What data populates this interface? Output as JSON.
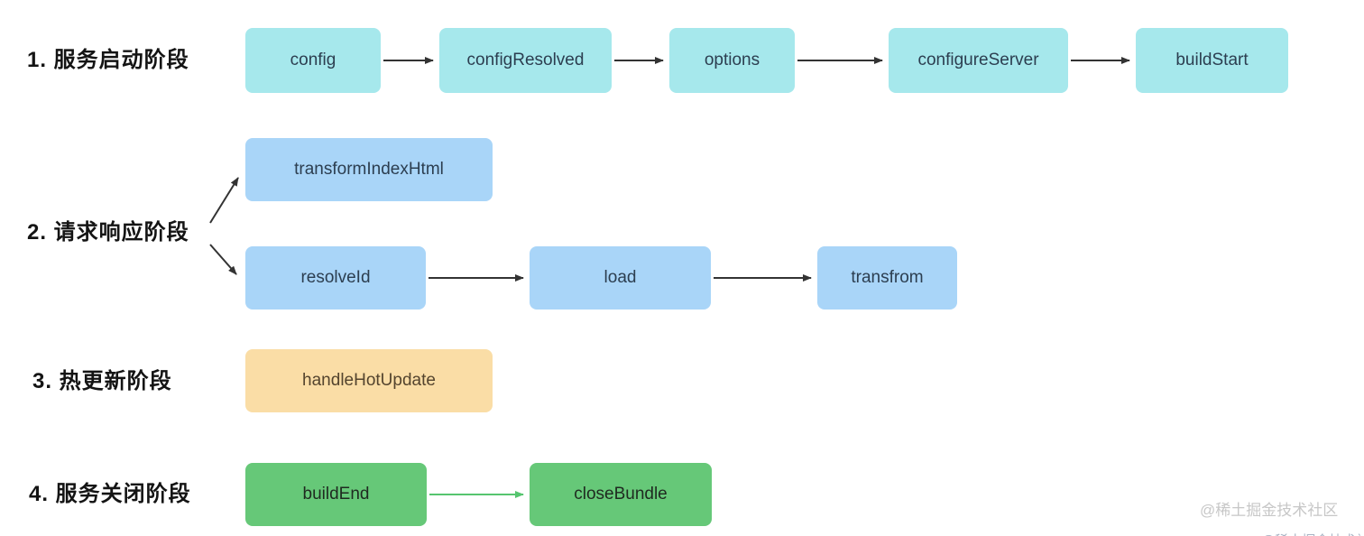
{
  "diagram": {
    "phases": [
      {
        "label": "1. 服务启动阶段",
        "box_color": "#a6e8ec",
        "hooks": [
          {
            "label": "config"
          },
          {
            "label": "configResolved"
          },
          {
            "label": "options"
          },
          {
            "label": "configureServer"
          },
          {
            "label": "buildStart"
          }
        ]
      },
      {
        "label": "2. 请求响应阶段",
        "box_color": "#a9d5f8",
        "hooks": [
          {
            "label": "transformIndexHtml"
          },
          {
            "label": "resolveId"
          },
          {
            "label": "load"
          },
          {
            "label": "transfrom"
          }
        ]
      },
      {
        "label": "3. 热更新阶段",
        "box_color": "#fadda6",
        "hooks": [
          {
            "label": "handleHotUpdate"
          }
        ]
      },
      {
        "label": "4. 服务关闭阶段",
        "box_color": "#66c878",
        "hooks": [
          {
            "label": "buildEnd"
          },
          {
            "label": "closeBundle"
          }
        ]
      }
    ],
    "colors": {
      "background": "#ffffff",
      "arrow": "#333333",
      "green_arrow": "#56c56f",
      "cyan_box": "#a6e8ec",
      "blue_box": "#a9d5f8",
      "orange_box": "#fadda6",
      "green_box": "#66c878",
      "label_text": "#141414",
      "watermark_text": "#c7c7c7"
    },
    "watermark": "@稀土掘金技术社区"
  }
}
